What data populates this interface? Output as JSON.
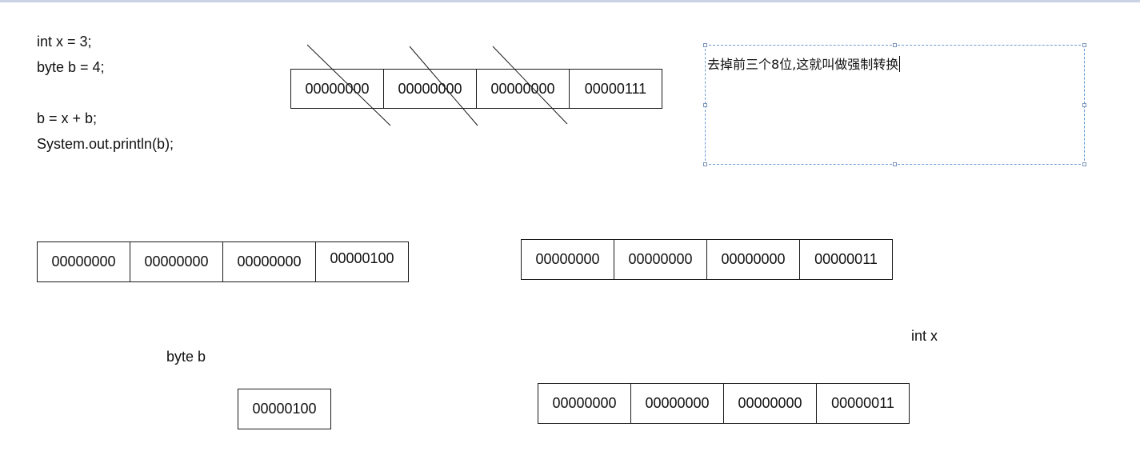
{
  "code": {
    "line1": "int x = 3;",
    "line2": "byte b = 4;",
    "line3": "b = x + b;",
    "line4": "System.out.println(b);"
  },
  "top_strip": [
    "00000000",
    "00000000",
    "00000000",
    "00000111"
  ],
  "left_strip": [
    "00000000",
    "00000000",
    "00000000",
    "00000100"
  ],
  "right_strip": [
    "00000000",
    "00000000",
    "00000000",
    "00000011"
  ],
  "bottom_strip": [
    "00000000",
    "00000000",
    "00000000",
    "00000011"
  ],
  "byte_b": {
    "label": "byte b",
    "value": "00000100"
  },
  "int_x": {
    "label": "int x"
  },
  "annotation": {
    "text": "去掉前三个8位,这就叫做强制转换"
  }
}
